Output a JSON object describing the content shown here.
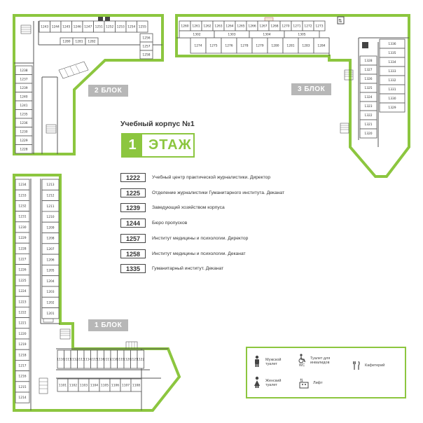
{
  "building_title": "Учебный корпус №1",
  "floor": {
    "number": "1",
    "word": "ЭТАЖ"
  },
  "blocks": {
    "block1": "1 БЛОК",
    "block2": "2 БЛОК",
    "block3": "3 БЛОК"
  },
  "legend": [
    {
      "number": "1222",
      "text": "Учебный центр практической журналистики. Директор"
    },
    {
      "number": "1225",
      "text": "Отделение журналистики Гуманитарного института.  Деканат"
    },
    {
      "number": "1239",
      "text": "Заведующий хозяйством корпуса"
    },
    {
      "number": "1244",
      "text": "Бюро пропусков"
    },
    {
      "number": "1257",
      "text": "Институт медицины и психологии. Директор"
    },
    {
      "number": "1258",
      "text": "Институт медицины и психологии. Деканат"
    },
    {
      "number": "1335",
      "text": "Гуманитарный институт. Деканат"
    }
  ],
  "key": {
    "male_toilet": "Мужской туалет",
    "female_toilet": "Женский туалет",
    "accessible_toilet": "Туалет для инвалидов",
    "elevator": "Лифт",
    "cafeteria": "Кафетерий",
    "wc": "WC"
  },
  "rooms": {
    "b2_top": [
      "1243",
      "1244",
      "1245",
      "1246",
      "1247",
      "1251",
      "1252",
      "1253",
      "1254",
      "1255"
    ],
    "b2_mid": [
      "1280",
      "1281",
      "1282"
    ],
    "b2_right": [
      "1256",
      "1257",
      "1258"
    ],
    "b2_left": [
      "1238",
      "1237",
      "1239",
      "1240",
      "1241",
      "1235",
      "1236",
      "1230",
      "1229",
      "1228"
    ],
    "b3_top": [
      "1260",
      "1261",
      "1262",
      "1263",
      "1264",
      "1265",
      "1266",
      "1267",
      "1268",
      "1270",
      "1271",
      "1272",
      "1273"
    ],
    "b3_top2": [
      "1302",
      "1303",
      "1304",
      "1305"
    ],
    "b3_mid": [
      "1274",
      "1275",
      "1276",
      "1278",
      "1279",
      "1280",
      "1281",
      "1283",
      "1284"
    ],
    "b3_right": [
      "1336",
      "1335",
      "1334",
      "1333",
      "1332",
      "1331",
      "1330",
      "1329",
      "1328",
      "1327",
      "1326",
      "1325",
      "1324",
      "1323",
      "1322",
      "1321",
      "1320"
    ],
    "b1_left": [
      "1234",
      "1233",
      "1232",
      "1231",
      "1230",
      "1229",
      "1228",
      "1227",
      "1226",
      "1225",
      "1224",
      "1223",
      "1222",
      "1221",
      "1220",
      "1219",
      "1218",
      "1217",
      "1216",
      "1215",
      "1214"
    ],
    "b1_right": [
      "1213",
      "1212",
      "1211",
      "1210",
      "1209",
      "1208",
      "1207",
      "1206",
      "1205",
      "1204",
      "1203",
      "1202",
      "1201"
    ],
    "b1_bottom": [
      "1110",
      "1111",
      "1112",
      "1113",
      "1114",
      "1115",
      "1116",
      "1117",
      "1118",
      "1119",
      "1120",
      "1121",
      "1122"
    ],
    "b1_bottom2": [
      "1101",
      "1102",
      "1103",
      "1104",
      "1105",
      "1106",
      "1107",
      "1108"
    ]
  }
}
